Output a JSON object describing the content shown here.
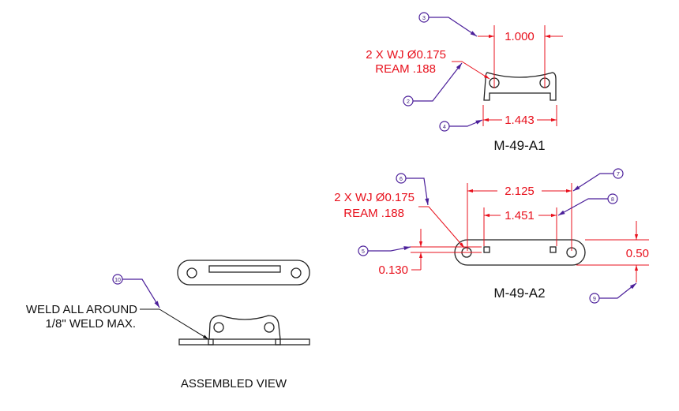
{
  "colors": {
    "dimension": "#e8101c",
    "leader": "#4b1f9a",
    "part": "#222222"
  },
  "view_a1": {
    "title": "M-49-A1",
    "hole_note": [
      "2 X WJ Ø0.175",
      "REAM .188"
    ],
    "dims": {
      "hole_spacing": "1.000",
      "width": "1.443"
    },
    "balloons": {
      "hole_spacing": "3",
      "note": "2",
      "width": "4"
    }
  },
  "view_a2": {
    "title": "M-49-A2",
    "hole_note": [
      "2 X WJ Ø0.175",
      "REAM .188"
    ],
    "dims": {
      "hole_spacing": "2.125",
      "square_spacing": "1.451",
      "height": "0.50",
      "offset": "0.130"
    },
    "balloons": {
      "note": "6",
      "hole_spacing": "7",
      "square_spacing": "8",
      "offset": "5",
      "height": "9"
    }
  },
  "assembly": {
    "title": "ASSEMBLED VIEW",
    "weld_note": [
      "WELD ALL AROUND",
      "1/8\" WELD MAX."
    ],
    "balloon": "10"
  }
}
